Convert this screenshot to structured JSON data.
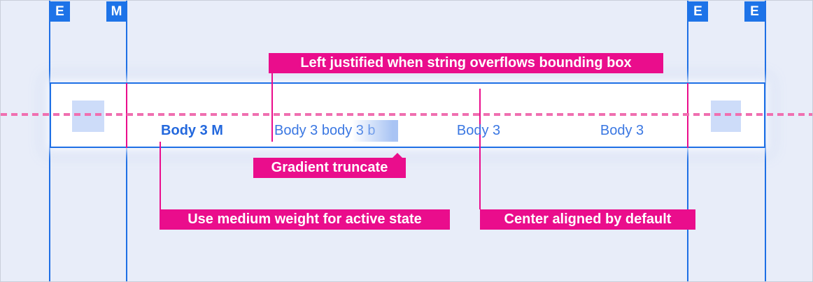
{
  "palette": {
    "background": "#E8EDF9",
    "accent_blue": "#1D73E8",
    "guide_line_blue": "#1E6FE5",
    "tab_box_blue": "#CFDEF8",
    "label_band_blue": "#A9C4F4",
    "icon_blue": "#5B91ED",
    "spacer_square_blue": "#CDDCF9",
    "active_text_blue": "#2368DD",
    "inactive_text_blue": "#3A77E2",
    "annotation_magenta": "#EA0D8C",
    "dash_pink": "#F06FB0",
    "bar_background": "#FFFFFF"
  },
  "measure_markers": {
    "chips": [
      {
        "label": "E"
      },
      {
        "label": "M"
      },
      {
        "label": "E"
      },
      {
        "label": "E"
      }
    ]
  },
  "tab_bar": {
    "tabs": [
      {
        "label": "Body 3 M",
        "state": "active",
        "alignment": "center",
        "truncation": "none"
      },
      {
        "label": "Body 3 body 3 b",
        "state": "default",
        "alignment": "left",
        "truncation": "gradient"
      },
      {
        "label": "Body 3",
        "state": "default",
        "alignment": "center",
        "truncation": "none"
      },
      {
        "label": "Body 3",
        "state": "default",
        "alignment": "center",
        "truncation": "none"
      }
    ]
  },
  "annotations": [
    {
      "text": "Left justified when string overflows bounding box"
    },
    {
      "text": "Gradient truncate"
    },
    {
      "text": "Use medium weight for active state"
    },
    {
      "text": "Center aligned by default"
    }
  ]
}
